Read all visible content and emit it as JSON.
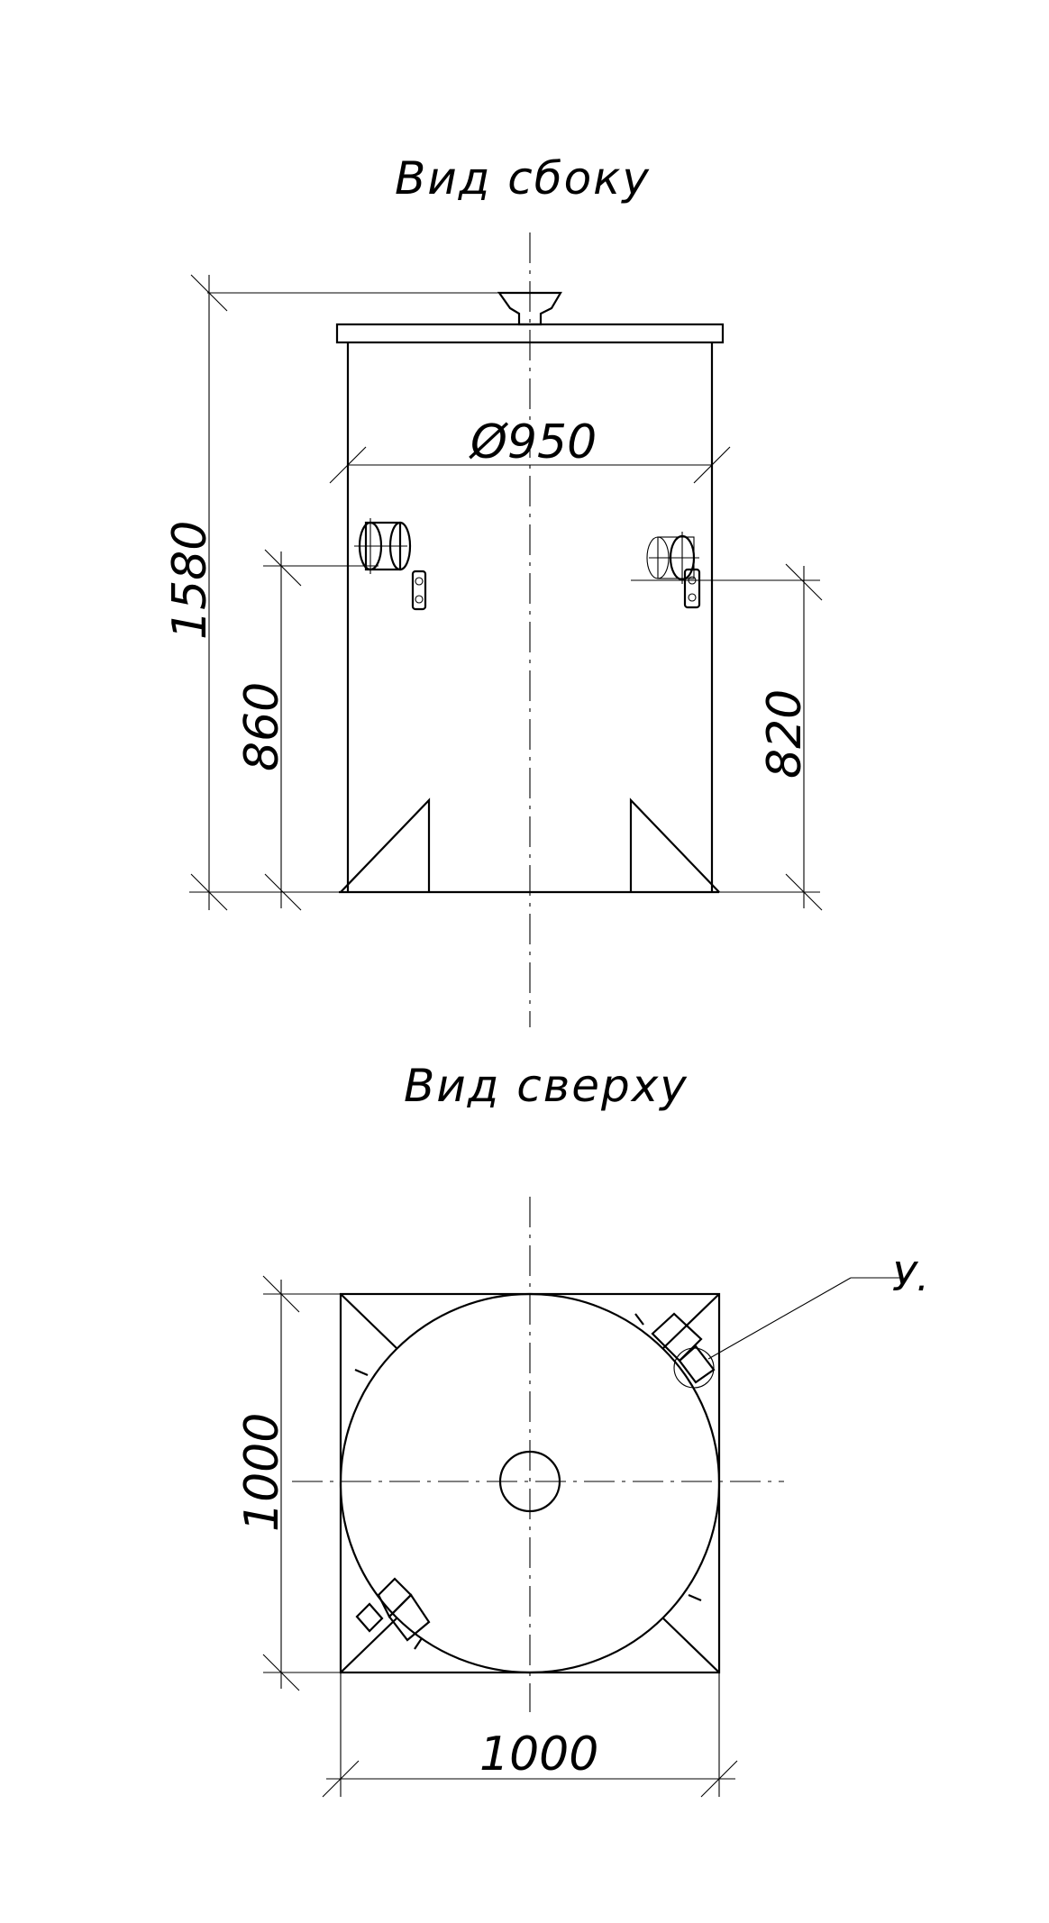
{
  "views": {
    "side": {
      "title": "Вид сбоку",
      "dims": {
        "height_total": "1580",
        "diameter": "Ø950",
        "left_height": "860",
        "right_height": "820"
      }
    },
    "top": {
      "title": "Вид сверху",
      "dims": {
        "height": "1000",
        "width": "1000"
      },
      "callout": "У."
    }
  },
  "colors": {
    "line": "#000000",
    "background": "#ffffff"
  }
}
